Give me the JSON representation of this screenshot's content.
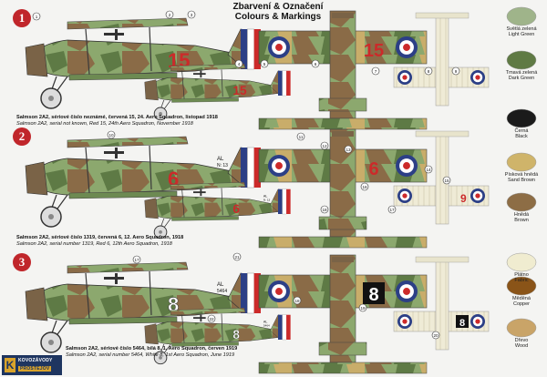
{
  "header": {
    "title_cz": "Zbarvení & Označení",
    "title_en": "Colours & Markings"
  },
  "schemes": [
    {
      "number": "1",
      "fuselage_code": "15",
      "caption_cz": "Salmson 2A2, sériové číslo neznámé, červená 15, 24. Aero Squadron, listopad 1918",
      "caption_en": "Salmson 2A2, serial not known, Red 15, 24th Aero Squadron, November 1918"
    },
    {
      "number": "2",
      "fuselage_code": "6",
      "wing_code": "9",
      "serial_short": "AL",
      "serial_n": "N: 13",
      "caption_cz": "Salmson 2A2, sériové číslo 1319, červená 6, 12. Aero Squadron, 1918",
      "caption_en": "Salmson 2A2, serial number 1319, Red 6, 12th Aero Squadron, 1918"
    },
    {
      "number": "3",
      "fuselage_code": "8",
      "serial_short": "AL",
      "serial_n": "5464",
      "caption_cz": "Salmson 2A2, sériové číslo 5464, bílá 8, 1. Aero Squadron, červen 1919",
      "caption_en": "Salmson 2A2, serial number 5464, White 8, 1st Aero Squadron, June 1919"
    }
  ],
  "callouts": {
    "scheme1": [
      "1",
      "2",
      "3",
      "4",
      "5",
      "6",
      "7",
      "8",
      "9"
    ],
    "scheme2": [
      "10",
      "11",
      "12",
      "13",
      "14",
      "15",
      "16",
      "17",
      "18"
    ],
    "scheme3": [
      "17",
      "18",
      "19",
      "20",
      "21",
      "22"
    ]
  },
  "swatches": [
    {
      "name_cz": "Světlá zelená",
      "name_en": "Light Green",
      "color": "#9fb48a"
    },
    {
      "name_cz": "Tmavá zelená",
      "name_en": "Dark Green",
      "color": "#5f7a44"
    },
    {
      "name_cz": "Černá",
      "name_en": "Black",
      "color": "#1b1b1b"
    },
    {
      "name_cz": "Písková hnědá",
      "name_en": "Sand Brown",
      "color": "#cfb46a"
    },
    {
      "name_cz": "Hnědá",
      "name_en": "Brown",
      "color": "#8d6d45"
    },
    {
      "name_cz": "Plátno",
      "name_en": "Fabric",
      "color": "#f0ecd0"
    },
    {
      "name_cz": "Měděná",
      "name_en": "Copper",
      "color": "#8a5418"
    },
    {
      "name_cz": "Dřevo",
      "name_en": "Wood",
      "color": "#c9a468"
    }
  ],
  "logo": {
    "line1": "KOVOZÁVODY",
    "line2": "PROSTĚJOV"
  },
  "colors": {
    "red": "#cc2a2a",
    "blue": "#2c3f86",
    "white": "#ffffff",
    "green": "#8ca86e",
    "dark_green": "#5e7a45",
    "brown": "#8a6b47",
    "sand": "#c9ad6a"
  }
}
